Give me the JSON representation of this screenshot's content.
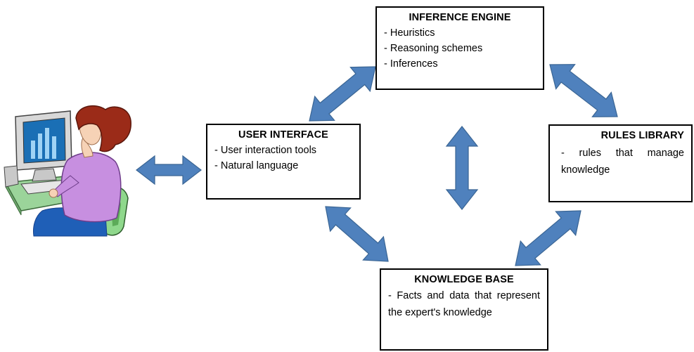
{
  "colors": {
    "arrow_fill": "#4f81bd",
    "arrow_stroke": "#3a6594",
    "box_border": "#000000"
  },
  "person": {
    "icon": "user-at-computer-icon"
  },
  "inference_engine": {
    "title": "INFERENCE ENGINE",
    "items": [
      "- Heuristics",
      "- Reasoning schemes",
      "- Inferences"
    ]
  },
  "user_interface": {
    "title": "USER INTERFACE",
    "items": [
      "- User interaction tools",
      "- Natural language"
    ]
  },
  "rules_library": {
    "title": "RULES LIBRARY",
    "text": "- rules that manage knowledge"
  },
  "knowledge_base": {
    "title": "KNOWLEDGE BASE",
    "text": "- Facts and data that represent the expert's knowledge"
  }
}
